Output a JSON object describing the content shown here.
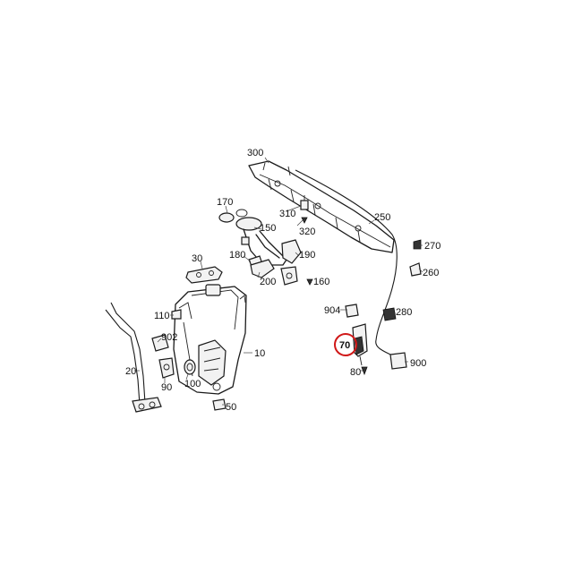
{
  "diagram": {
    "highlight_color": "#d01818",
    "highlighted_part": "70",
    "callouts": {
      "c300": "300",
      "c250": "250",
      "c310": "310",
      "c320": "320",
      "c170": "170",
      "c150": "150",
      "c270": "270",
      "c260": "260",
      "c180": "180",
      "c190": "190",
      "c200": "200",
      "c160": "160",
      "c30": "30",
      "c110": "110",
      "c904": "904",
      "c280": "280",
      "c902": "902",
      "c10": "10",
      "c70": "70",
      "c900": "900",
      "c80": "80",
      "c20": "20",
      "c90": "90",
      "c100": "100",
      "c50": "50"
    }
  }
}
